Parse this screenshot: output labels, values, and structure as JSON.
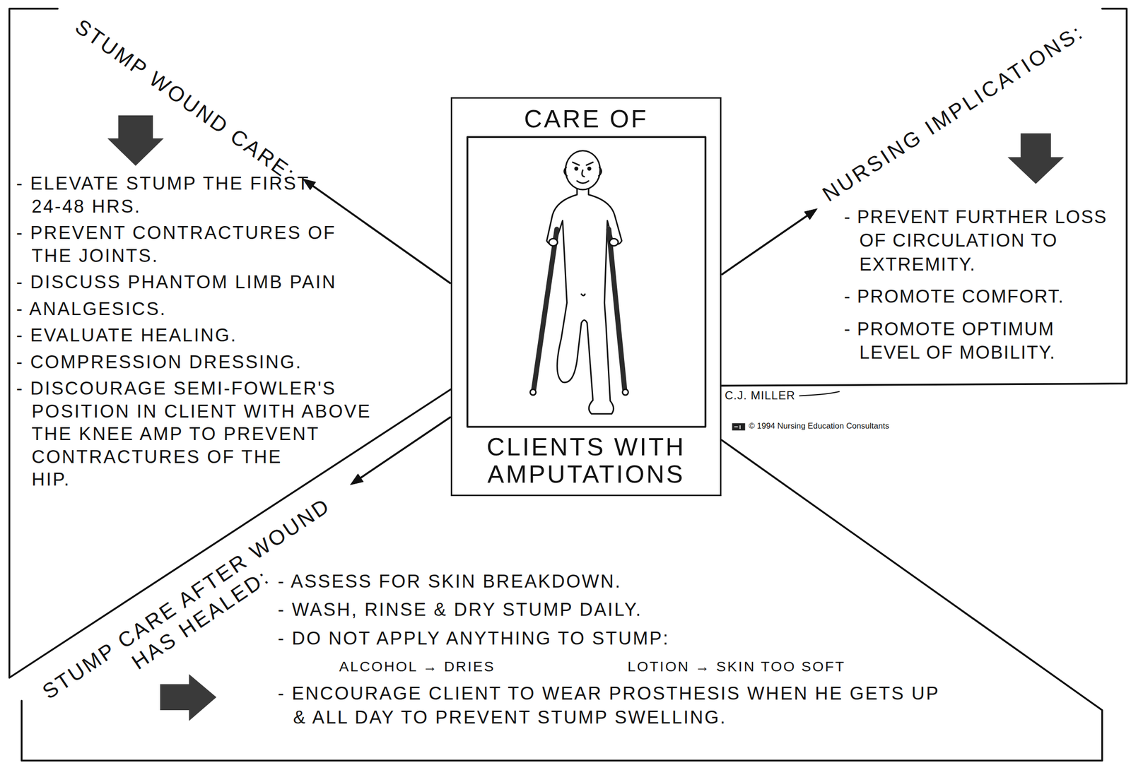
{
  "diagram": {
    "nodes": [
      {
        "text": [
          "CARE OF",
          "CLIENTS WITH AMPUTATIONS"
        ]
      },
      {
        "text": [
          "STUMP WOUND CARE:",
          "- ELEVATE STUMP THE FIRST 24-48 HRS.",
          "- PREVENT CONTRACTURES OF THE JOINTS.",
          "- DISCUSS PHANTOM LIMB PAIN",
          "- ANALGESICS.",
          "- EVALUATE HEALING.",
          "- COMPRESSION DRESSING.",
          "- DISCOURAGE SEMI-FOWLER'S POSITION IN CLIENT WITH ABOVE THE KNEE AMP TO PREVENT CONTRACTURES OF THE HIP."
        ]
      },
      {
        "text": [
          "NURSING IMPLICATIONS:",
          "- PREVENT FURTHER LOSS OF CIRCULATION TO EXTREMITY.",
          "- PROMOTE COMFORT.",
          "- PROMOTE OPTIMUM LEVEL OF MOBILITY."
        ]
      },
      {
        "text": [
          "STUMP CARE AFTER WOUND HAS HEALED:",
          "- ASSESS FOR SKIN BREAKDOWN.",
          "- WASH, RINSE & DRY STUMP DAILY.",
          "- DO NOT APPLY ANYTHING TO STUMP:",
          "ALCOHOL → DRIES",
          "LOTION → SKIN TOO SOFT",
          "- ENCOURAGE CLIENT TO WEAR PROSTHESIS WHEN HE GETS UP & ALL DAY TO PREVENT STUMP SWELLING."
        ]
      }
    ],
    "edges": [
      {
        "from": 0,
        "to": 1,
        "arrow": "to"
      },
      {
        "from": 0,
        "to": 2,
        "arrow": "to"
      },
      {
        "from": 0,
        "to": 3,
        "arrow": "to"
      }
    ],
    "labels": [
      "C.J. MILLER",
      "© 1994 Nursing Education Consultants"
    ]
  }
}
